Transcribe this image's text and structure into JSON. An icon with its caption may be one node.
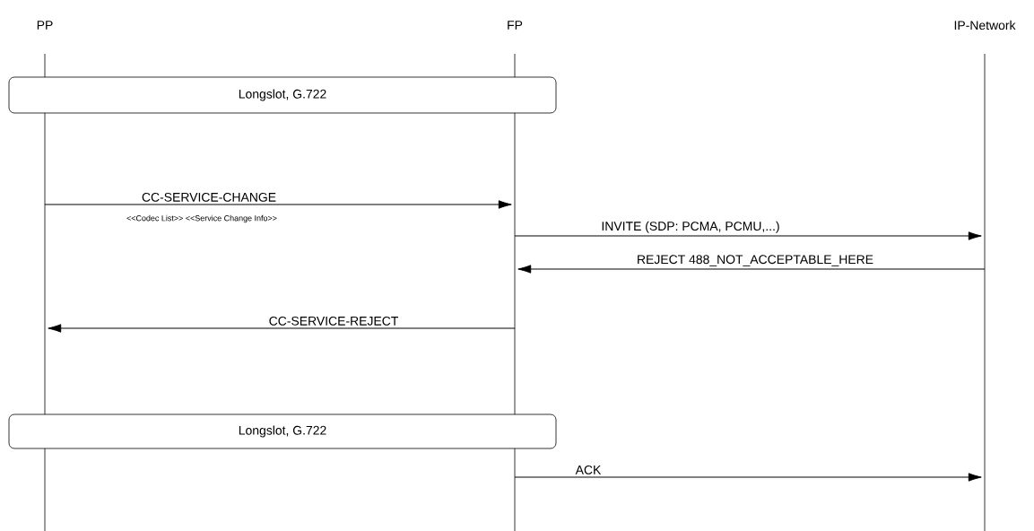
{
  "diagram": {
    "nodes": [
      {
        "text": [],
        "shape": "line",
        "beside": [
          "PP"
        ]
      },
      {
        "text": [],
        "shape": "line",
        "beside": [
          "FP"
        ]
      },
      {
        "text": [],
        "shape": "line",
        "beside": [
          "IP-Network"
        ]
      },
      {
        "text": [
          "Longslot, G.722"
        ]
      },
      {
        "text": [
          "Longslot, G.722"
        ]
      }
    ],
    "edges": [
      {
        "from": 0,
        "to": 1,
        "arrow": "to",
        "label": "CC-SERVICE-CHANGE"
      },
      {
        "from": 1,
        "to": 2,
        "arrow": "to",
        "label": "INVITE (SDP: PCMA, PCMU,...)"
      },
      {
        "from": 2,
        "to": 1,
        "arrow": "to",
        "label": "REJECT 488_NOT_ACCEPTABLE_HERE"
      },
      {
        "from": 1,
        "to": 0,
        "arrow": "to",
        "label": "CC-SERVICE-REJECT"
      },
      {
        "from": 1,
        "to": 2,
        "arrow": "to",
        "label": "ACK"
      }
    ],
    "labels": [
      "<<Codec List>> <<Service Change Info>>"
    ]
  }
}
